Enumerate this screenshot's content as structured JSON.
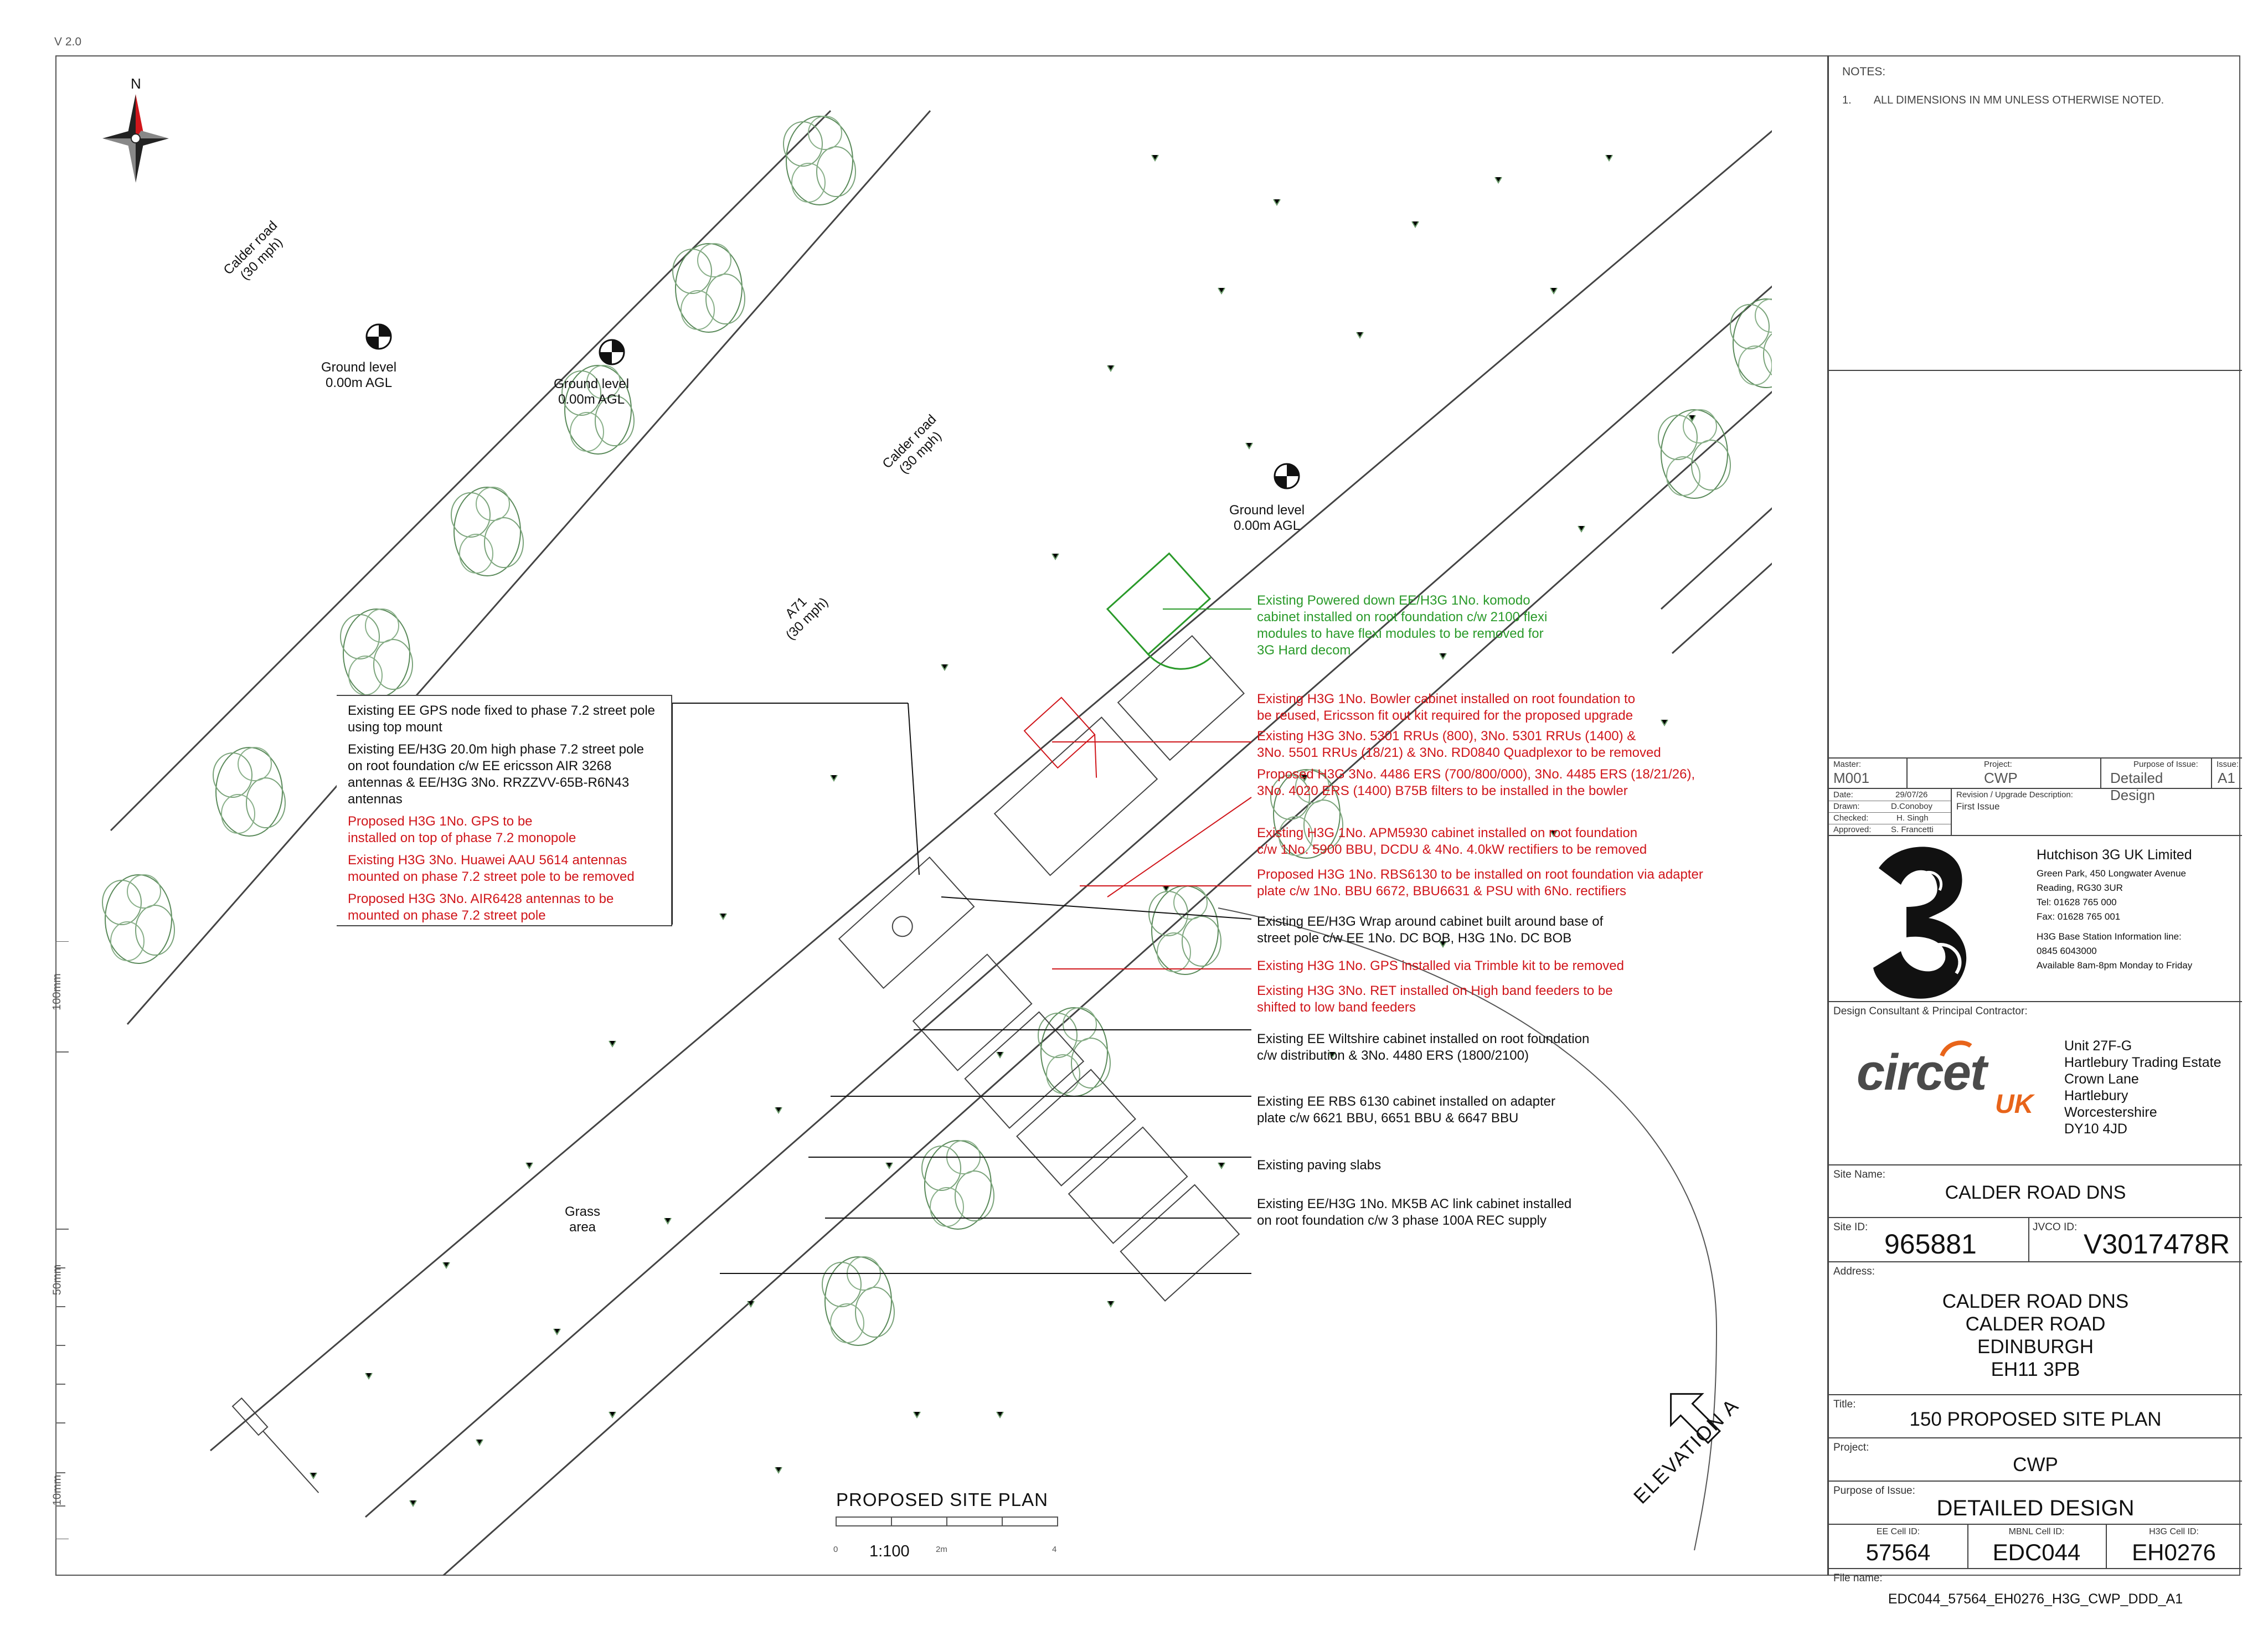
{
  "version": "V 2.0",
  "scale_labels": [
    "100mm",
    "50mm",
    "10mm"
  ],
  "notes": {
    "title": "NOTES:",
    "items": [
      {
        "num": "1.",
        "text": "ALL DIMENSIONS IN MM UNLESS OTHERWISE NOTED."
      }
    ]
  },
  "compass": {
    "north": "N"
  },
  "roads": {
    "calder_road_1": "Calder road\n(30 mph)",
    "calder_road_2": "Calder road\n(30 mph)",
    "a71": "A71\n(30 mph)"
  },
  "ground_levels": [
    "Ground level\n0.00m AGL",
    "Ground level\n0.00m AGL",
    "Ground level\n0.00m AGL"
  ],
  "grass_area": "Grass\narea",
  "plan_title": "PROPOSED SITE PLAN",
  "plan_scale": {
    "ratio": "1:100",
    "ticks": [
      "0",
      "2m",
      "4"
    ]
  },
  "elevation": "ELEVATION A",
  "left_annotations": [
    {
      "color": "black",
      "text": "Existing EE GPS node fixed to phase 7.2 street pole\nusing top mount"
    },
    {
      "color": "black",
      "text": "Existing EE/H3G 20.0m high phase 7.2 street pole\non root foundation c/w EE ericsson AIR 3268\nantennas & EE/H3G 3No. RRZZVV-65B-R6N43\nantennas"
    },
    {
      "color": "red",
      "text": "Proposed H3G 1No. GPS to be\ninstalled on top of phase 7.2 monopole"
    },
    {
      "color": "red",
      "text": "Existing H3G 3No. Huawei AAU 5614 antennas\nmounted on phase 7.2 street pole to be removed"
    },
    {
      "color": "red",
      "text": "Proposed H3G 3No. AIR6428 antennas to be\nmounted on phase 7.2 street pole"
    }
  ],
  "right_annotations": [
    {
      "color": "green",
      "text": "Existing Powered down EE/H3G 1No. komodo\ncabinet installed on root foundation c/w 2100 flexi\nmodules to have flexi modules to be removed for\n3G Hard decom"
    },
    {
      "color": "red",
      "text": "Existing H3G 1No. Bowler cabinet installed on root foundation to\nbe reused, Ericsson fit out kit required for the proposed upgrade"
    },
    {
      "color": "red",
      "text": "Existing H3G 3No. 5301 RRUs (800), 3No. 5301 RRUs (1400) &\n3No. 5501 RRUs (18/21) & 3No. RD0840 Quadplexor to be removed"
    },
    {
      "color": "red",
      "text": "Proposed H3G 3No. 4486 ERS (700/800/000), 3No. 4485 ERS (18/21/26),\n3No. 4020 ERS (1400) B75B filters to be installed in the bowler"
    },
    {
      "color": "red",
      "text": "Existing H3G 1No. APM5930 cabinet installed on root foundation\nc/w 1No. 5900 BBU, DCDU & 4No. 4.0kW rectifiers to be removed"
    },
    {
      "color": "red",
      "text": "Proposed H3G 1No. RBS6130 to be installed on root foundation via adapter\nplate c/w 1No. BBU 6672, BBU6631 & PSU with 6No. rectifiers"
    },
    {
      "color": "black",
      "text": "Existing EE/H3G Wrap around cabinet built around base of\nstreet pole c/w EE 1No. DC BOB, H3G 1No. DC BOB"
    },
    {
      "color": "red",
      "text": "Existing H3G 1No. GPS installed via Trimble kit to be removed"
    },
    {
      "color": "red",
      "text": "Existing H3G 3No. RET installed on High band feeders to be\nshifted to low band feeders"
    },
    {
      "color": "black",
      "text": "Existing EE Wiltshire cabinet installed on root foundation\nc/w distribution & 3No. 4480 ERS (1800/2100)"
    },
    {
      "color": "black",
      "text": "Existing EE RBS 6130 cabinet installed on adapter\nplate c/w 6621 BBU, 6651 BBU & 6647 BBU"
    },
    {
      "color": "black",
      "text": "Existing paving slabs"
    },
    {
      "color": "black",
      "text": "Existing EE/H3G 1No. MK5B AC link cabinet installed\non root foundation c/w 3 phase 100A REC supply"
    }
  ],
  "title_block": {
    "header": {
      "master_label": "Master:",
      "master": "M001",
      "project_label": "Project:",
      "project": "CWP",
      "purpose_label": "Purpose of Issue:",
      "purpose": "Detailed Design",
      "issue_label": "Issue:",
      "issue": "A1"
    },
    "revision": {
      "date_label": "Date:",
      "date": "29/07/26",
      "drawn_label": "Drawn:",
      "drawn": "D.Conoboy",
      "checked_label": "Checked:",
      "checked": "H. Singh",
      "approved_label": "Approved:",
      "approved": "S. Francetti",
      "desc_label": "Revision / Upgrade Description:",
      "desc": "First Issue"
    },
    "client": {
      "name": "Hutchison 3G UK Limited",
      "addr1": "Green Park, 450 Longwater Avenue",
      "addr2": "Reading, RG30 3UR",
      "tel": "Tel: 01628 765 000",
      "fax": "Fax: 01628 765 001",
      "info": "H3G Base Station Information line:",
      "phone": "0845 6043000",
      "hours": "Available 8am-8pm Monday to Friday",
      "logo": "3"
    },
    "consultant": {
      "label": "Design Consultant & Principal Contractor:",
      "logo_main": "circet",
      "logo_sub": "UK",
      "address": "Unit 27F-G\nHartlebury Trading Estate\nCrown Lane\nHartlebury\nWorcestershire\nDY10 4JD",
      "colors": {
        "grey": "#4a4a4a",
        "orange": "#e8641a"
      }
    },
    "site_name_label": "Site Name:",
    "site_name": "CALDER ROAD DNS",
    "site_id_label": "Site ID:",
    "site_id": "965881",
    "jvco_label": "JVCO ID:",
    "jvco": "V3017478R",
    "address_label": "Address:",
    "address": "CALDER ROAD DNS\nCALDER ROAD\nEDINBURGH\nEH11 3PB",
    "title_label": "Title:",
    "title": "150 PROPOSED SITE PLAN",
    "project2_label": "Project:",
    "project2": "CWP",
    "purpose2_label": "Purpose of Issue:",
    "purpose2": "DETAILED DESIGN",
    "ee_cell_label": "EE Cell ID:",
    "ee_cell": "57564",
    "mbnl_label": "MBNL Cell ID:",
    "mbnl": "EDC044",
    "h3g_label": "H3G Cell ID:",
    "h3g": "EH0276",
    "file_label": "File name:",
    "file": "EDC044_57564_EH0276_H3G_CWP_DDD_A1"
  }
}
